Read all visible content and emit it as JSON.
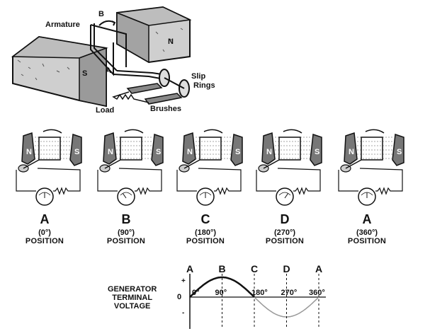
{
  "top_diagram": {
    "labels": {
      "armature": "Armature",
      "b": "B",
      "n": "N",
      "s": "S",
      "a": "A",
      "slip_rings_1": "Slip",
      "slip_rings_2": "Rings",
      "load": "Load",
      "brushes": "Brushes"
    }
  },
  "positions": [
    {
      "letter": "A",
      "angle": "(0°)",
      "label": "POSITION"
    },
    {
      "letter": "B",
      "angle": "(90°)",
      "label": "POSITION"
    },
    {
      "letter": "C",
      "angle": "(180°)",
      "label": "POSITION"
    },
    {
      "letter": "D",
      "angle": "(270°)",
      "label": "POSITION"
    },
    {
      "letter": "A",
      "angle": "(360°)",
      "label": "POSITION"
    }
  ],
  "magnet_labels": {
    "n": "N",
    "s": "S"
  },
  "waveform": {
    "ylabel_lines": [
      "GENERATOR",
      "TERMINAL",
      "VOLTAGE"
    ],
    "plus": "+",
    "minus": "-",
    "zero": "0",
    "point_letters": [
      "A",
      "B",
      "C",
      "D",
      "A"
    ],
    "ticks": [
      "0°",
      "90°",
      "180°",
      "270°",
      "360°"
    ]
  }
}
